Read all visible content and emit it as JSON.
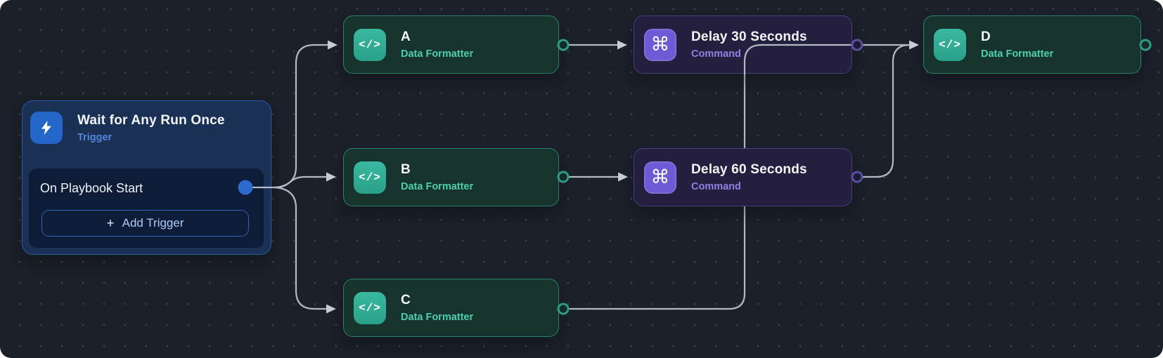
{
  "colors": {
    "canvas_bg": "#1b2029",
    "grid_dot": "#3a414f",
    "edge": "#b2bac5",
    "teal_accent": "#2faa92",
    "teal_text": "#4ed0ae",
    "teal_node_bg": "#16332e",
    "teal_node_border": "#2d8071",
    "purple_accent": "#6c5bd4",
    "purple_text": "#9181e3",
    "purple_node_bg": "#241e3f",
    "purple_node_border": "#493d7d",
    "blue_accent": "#2366c8",
    "blue_text": "#5286d6",
    "trigger_node_bg": "#1a3055",
    "trigger_node_border": "#2e5ba6",
    "trigger_port": "#2d6ace"
  },
  "trigger": {
    "title": "Wait for Any Run Once",
    "subtitle": "Trigger",
    "event_label": "On Playbook Start",
    "add_button_plus": "+",
    "add_button_label": "Add Trigger"
  },
  "nodes": [
    {
      "id": "a",
      "title": "A",
      "subtitle": "Data Formatter",
      "icon_glyph": "</>"
    },
    {
      "id": "delay-30",
      "title": "Delay 30 Seconds",
      "subtitle": "Command",
      "icon_glyph": "⌘"
    },
    {
      "id": "d",
      "title": "D",
      "subtitle": "Data Formatter",
      "icon_glyph": "</>"
    },
    {
      "id": "b",
      "title": "B",
      "subtitle": "Data Formatter",
      "icon_glyph": "</>"
    },
    {
      "id": "delay-60",
      "title": "Delay 60 Seconds",
      "subtitle": "Command",
      "icon_glyph": "⌘"
    },
    {
      "id": "c",
      "title": "C",
      "subtitle": "Data Formatter",
      "icon_glyph": "</>"
    }
  ],
  "connections": [
    {
      "from": "On Playbook Start",
      "to": "A"
    },
    {
      "from": "On Playbook Start",
      "to": "B"
    },
    {
      "from": "On Playbook Start",
      "to": "C"
    },
    {
      "from": "A",
      "to": "Delay 30 Seconds"
    },
    {
      "from": "B",
      "to": "Delay 60 Seconds"
    },
    {
      "from": "Delay 30 Seconds",
      "to": "D"
    },
    {
      "from": "Delay 60 Seconds",
      "to": "D"
    },
    {
      "from": "C",
      "to": "D"
    }
  ]
}
